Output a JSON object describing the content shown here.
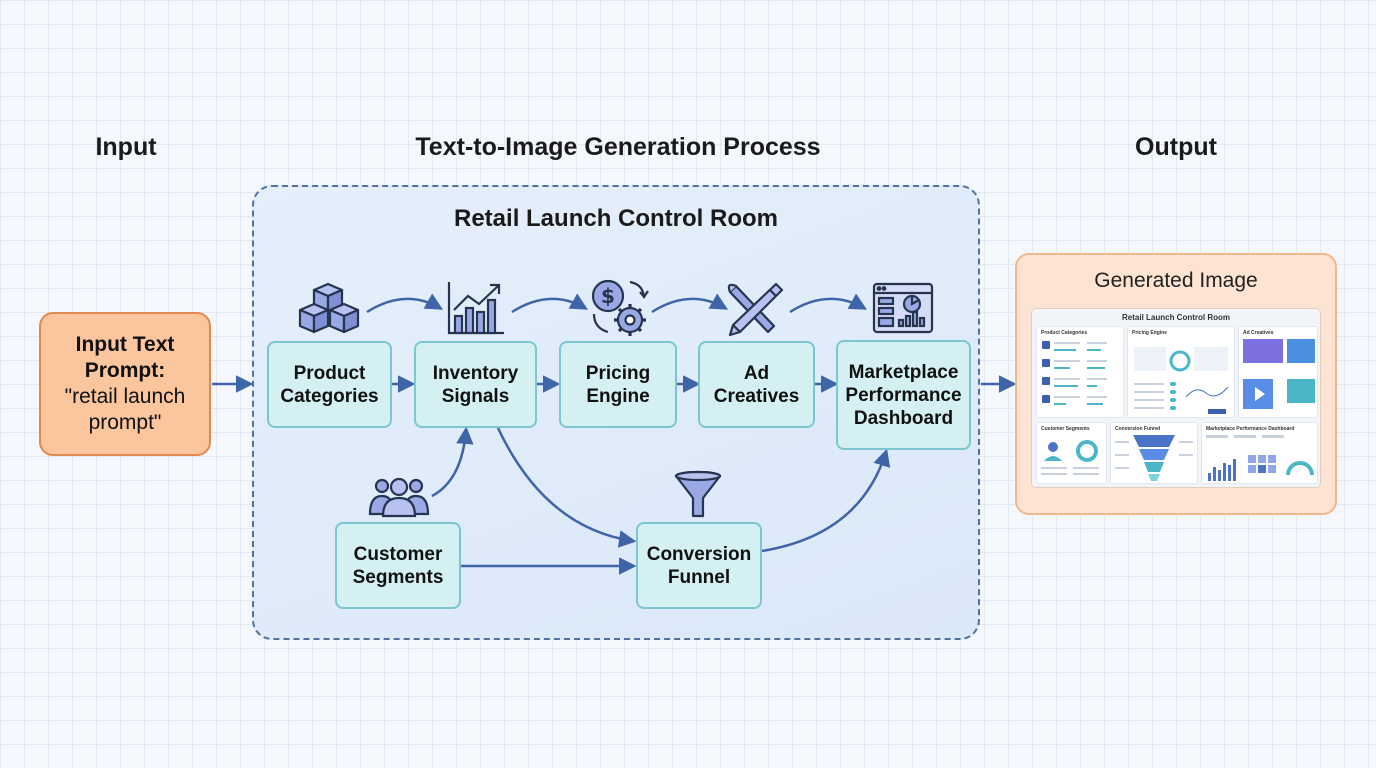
{
  "headings": {
    "input": "Input",
    "process": "Text-to-Image Generation Process",
    "output": "Output"
  },
  "input_box": {
    "title": "Input Text\nPrompt:",
    "text": "\"retail launch\nprompt\""
  },
  "process_box": {
    "title": "Retail Launch Control Room"
  },
  "nodes": {
    "product_categories": "Product\nCategories",
    "inventory_signals": "Inventory\nSignals",
    "pricing_engine": "Pricing\nEngine",
    "ad_creatives": "Ad\nCreatives",
    "marketplace_dashboard": "Marketplace\nPerformance\nDashboard",
    "customer_segments": "Customer\nSegments",
    "conversion_funnel": "Conversion\nFunnel"
  },
  "icons": {
    "product_categories": "boxes-icon",
    "inventory_signals": "bar-chart-trend-icon",
    "pricing_engine": "dollar-gear-icon",
    "ad_creatives": "brush-pencil-icon",
    "marketplace_dashboard": "dashboard-window-icon",
    "customer_segments": "people-group-icon",
    "conversion_funnel": "funnel-icon"
  },
  "output_box": {
    "title": "Generated Image",
    "thumbnail": {
      "title": "Retail Launch Control Room",
      "panels": {
        "product_categories": "Product Categories",
        "pricing_engine": "Pricing Engine",
        "ad_creatives": "Ad Creatives",
        "customer_segments": "Customer Segments",
        "conversion_funnel": "Conversion Funnel",
        "marketplace_dashboard": "Marketplace Performance Dashboard"
      }
    }
  },
  "colors": {
    "node_fill": "#d4f0f2",
    "node_border": "#7cc6cf",
    "arrow": "#3f64a8",
    "input_fill": "#fbc59d",
    "input_border": "#e08a51",
    "output_fill": "#fde4d2",
    "process_fill": "#dde9f8",
    "process_border": "#51719f"
  }
}
